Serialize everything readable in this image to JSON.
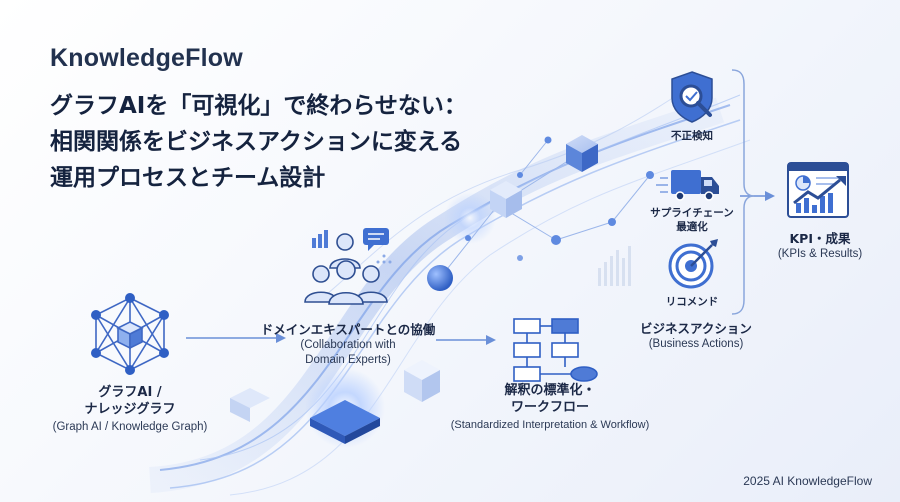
{
  "brand": "KnowledgeFlow",
  "headline": [
    "グラフAIを「可視化」で終わらせない：",
    "相関関係をビジネスアクションに変える",
    "運用プロセスとチーム設計"
  ],
  "graph_ai": {
    "jp_line1": "グラフAI /",
    "jp_line2": "ナレッジグラフ",
    "en": "(Graph AI / Knowledge Graph)"
  },
  "experts": {
    "jp": "ドメインエキスパートとの協働",
    "en_line1": "(Collaboration with",
    "en_line2": "Domain Experts)"
  },
  "workflow": {
    "jp_line1": "解釈の標準化・",
    "jp_line2": "ワークフロー",
    "en": "(Standardized Interpretation & Workflow)"
  },
  "actions": {
    "items": [
      {
        "label": "不正検知",
        "icon": "shield-magnifier-icon"
      },
      {
        "label_line1": "サプライチェーン",
        "label_line2": "最適化",
        "icon": "truck-icon"
      },
      {
        "label": "リコメンド",
        "icon": "target-icon"
      }
    ],
    "jp": "ビジネスアクション",
    "en": "(Business Actions)"
  },
  "kpi": {
    "jp": "KPI・成果",
    "en": "(KPIs & Results)",
    "icon": "kpi-dashboard-icon"
  },
  "footer": "2025 AI KnowledgeFlow",
  "colors": {
    "accent": "#3f6fd1",
    "dark_blue": "#2c4e96",
    "light_blue": "#b9cdf3",
    "text": "#1b2846"
  }
}
